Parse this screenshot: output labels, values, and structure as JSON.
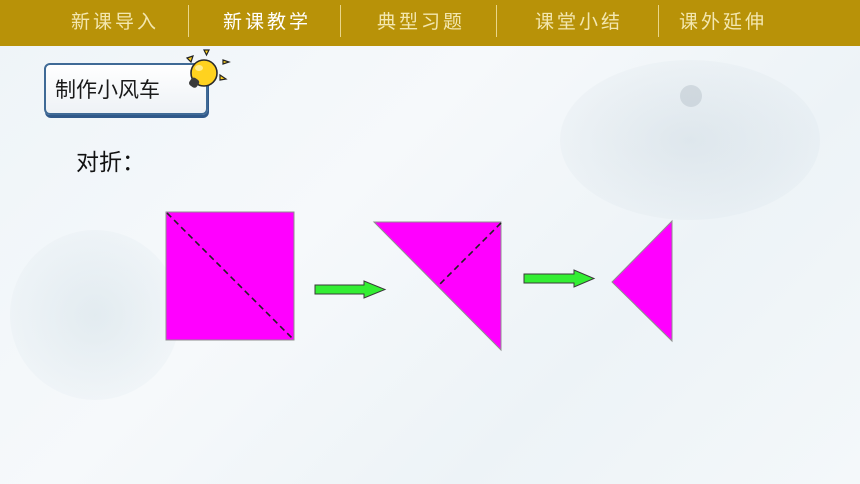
{
  "nav": {
    "items": [
      {
        "label": "新课导入",
        "active": false
      },
      {
        "label": "新课教学",
        "active": true
      },
      {
        "label": "典型习题",
        "active": false
      },
      {
        "label": "课堂小结",
        "active": false
      },
      {
        "label": "课外延伸",
        "active": false
      }
    ]
  },
  "lesson": {
    "title": "制作小风车",
    "step_label": "对折："
  },
  "colors": {
    "nav_background": "#b89208",
    "paper_magenta": "#ff00ff",
    "arrow_green": "#33ee33",
    "badge_border": "#3f6a96",
    "bulb_yellow": "#ffd21f"
  },
  "icons": {
    "badge_icon": "lightbulb-icon",
    "step_arrow": "right-arrow-icon"
  }
}
